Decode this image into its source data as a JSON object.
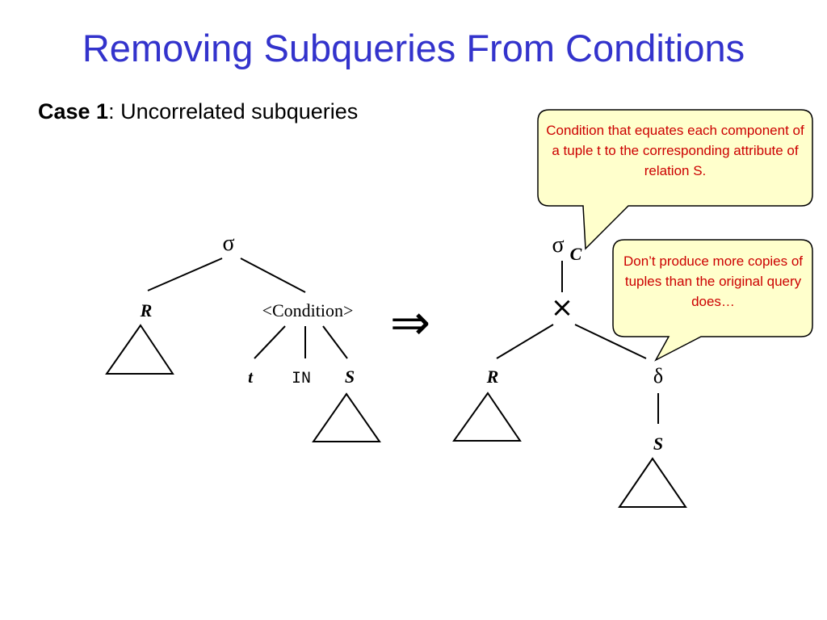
{
  "slide": {
    "title": "Removing Subqueries From Conditions",
    "case_label": "Case 1",
    "case_text": ": Uncorrelated subqueries"
  },
  "left_tree": {
    "root": "σ",
    "left_child": "R",
    "right_child": "<Condition>",
    "condition_t": "t",
    "condition_in": "IN",
    "condition_s": "S"
  },
  "arrow_symbol": "⇒",
  "right_tree": {
    "select": "σ",
    "select_subscript": "C",
    "product": "×",
    "left_child": "R",
    "delta": "δ",
    "relation": "S"
  },
  "callouts": [
    {
      "text": "Condition that equates each component of a tuple t to the corresponding attribute of relation S."
    },
    {
      "text": "Don’t produce more copies of tuples than the original query does…"
    }
  ],
  "colors": {
    "title": "#3333cc",
    "callout_text": "#cc0000",
    "callout_fill": "#ffffcc",
    "ink": "#000000"
  }
}
